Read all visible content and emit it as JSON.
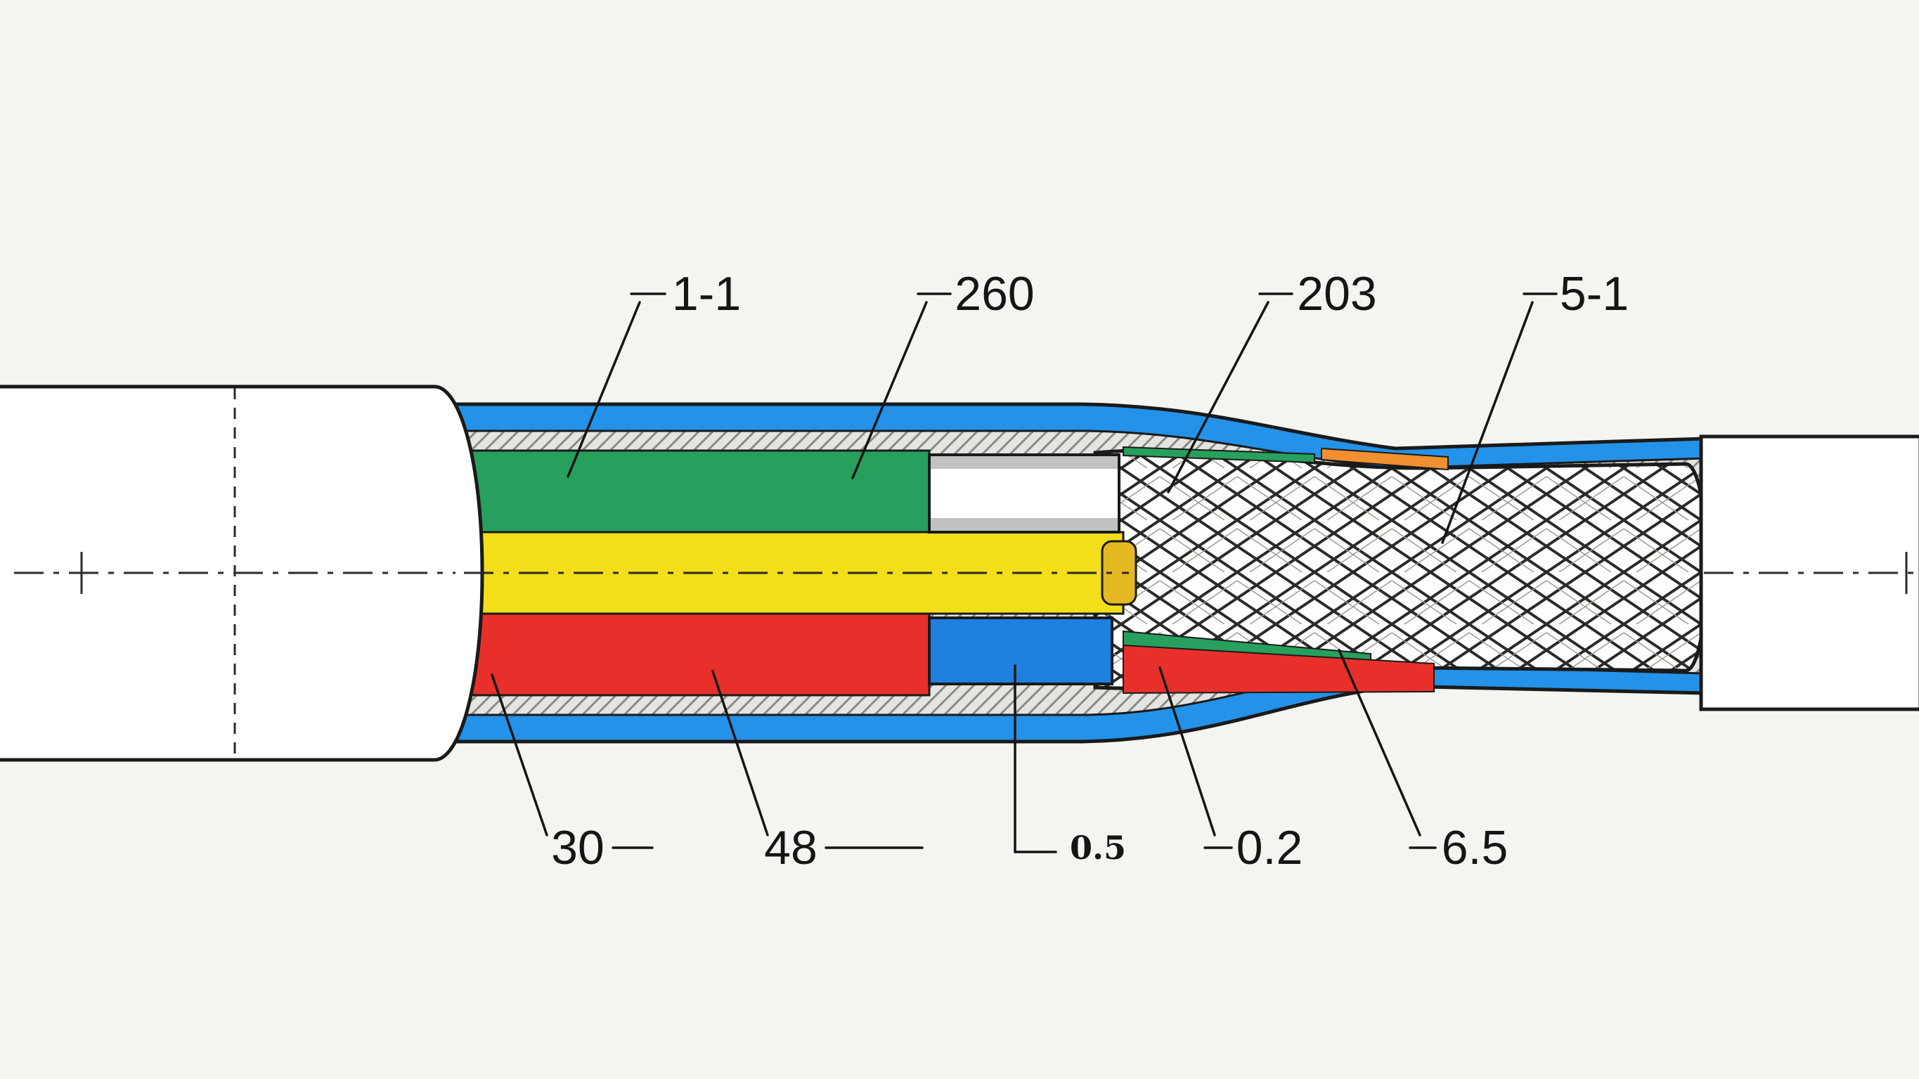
{
  "title": "Cable construction cutaway diagram",
  "labels": {
    "l_1_1": "1-1",
    "l_260": "260",
    "l_203": "203",
    "l_5_1": "5-1",
    "l_30": "30",
    "l_48": "48",
    "l_0_5": "0.5",
    "l_0_2": "0.2",
    "l_6_5": "6.5"
  },
  "colors": {
    "background": "#f4f4f0",
    "jacket": "#ffffff",
    "outline": "#1a1a1a",
    "blue_sheath": "#2492e8",
    "green_conductor": "#27a05e",
    "yellow_conductor": "#f2df1a",
    "yellow_cap": "#e5b822",
    "red_conductor": "#e8302a",
    "blue_conductor": "#2080e0",
    "silver_conductor": "#ffffff",
    "silver_edge": "#c2c2c2",
    "orange_strand": "#f09030",
    "green_strand": "#27a05e",
    "red_strand": "#e8302a"
  }
}
